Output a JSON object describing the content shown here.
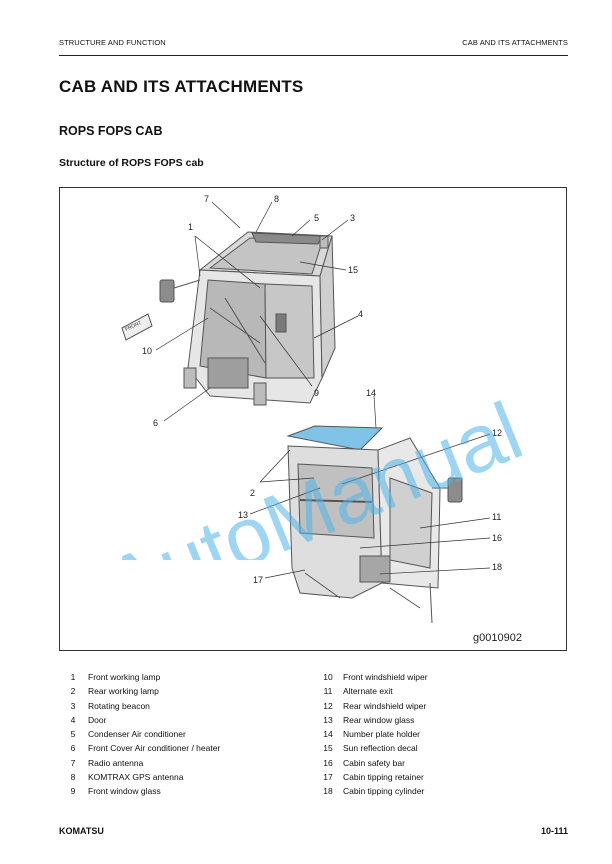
{
  "header": {
    "left": "STRUCTURE AND FUNCTION",
    "right": "CAB AND ITS ATTACHMENTS"
  },
  "title": "CAB AND ITS ATTACHMENTS",
  "section": "ROPS FOPS CAB",
  "subsection": "Structure of ROPS FOPS cab",
  "figure": {
    "code": "g0010902",
    "callouts": [
      "7",
      "8",
      "1",
      "5",
      "3",
      "15",
      "4",
      "10",
      "9",
      "14",
      "6",
      "12",
      "2",
      "13",
      "11",
      "16",
      "17",
      "18"
    ],
    "front_sign": "FRONT"
  },
  "watermark": "AutoManual",
  "legend": {
    "col1": [
      {
        "num": "1",
        "label": "Front working lamp"
      },
      {
        "num": "2",
        "label": "Rear working lamp"
      },
      {
        "num": "3",
        "label": "Rotating beacon"
      },
      {
        "num": "4",
        "label": "Door"
      },
      {
        "num": "5",
        "label": "Condenser Air conditioner"
      },
      {
        "num": "6",
        "label": "Front Cover Air conditioner / heater"
      },
      {
        "num": "7",
        "label": "Radio antenna"
      },
      {
        "num": "8",
        "label": "KOMTRAX GPS antenna"
      },
      {
        "num": "9",
        "label": "Front window glass"
      }
    ],
    "col2": [
      {
        "num": "10",
        "label": "Front windshield wiper"
      },
      {
        "num": "11",
        "label": "Alternate exit"
      },
      {
        "num": "12",
        "label": "Rear windshield wiper"
      },
      {
        "num": "13",
        "label": "Rear window glass"
      },
      {
        "num": "14",
        "label": "Number plate holder"
      },
      {
        "num": "15",
        "label": "Sun reflection decal"
      },
      {
        "num": "16",
        "label": "Cabin safety bar"
      },
      {
        "num": "17",
        "label": "Cabin tipping retainer"
      },
      {
        "num": "18",
        "label": "Cabin tipping cylinder"
      }
    ]
  },
  "footer": {
    "brand": "KOMATSU",
    "page": "10-111"
  }
}
